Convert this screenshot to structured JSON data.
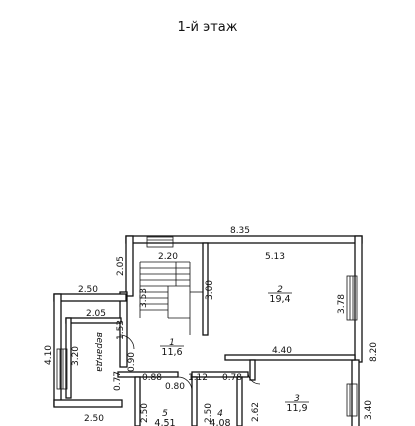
{
  "title": "1-й этаж",
  "dimensions": {
    "top_width": "8.35",
    "right_height": "8.20",
    "left_height": "4.10",
    "veranda_top": "2.50",
    "veranda_bottom": "2.50",
    "veranda_inner_top": "2.05",
    "veranda_inner_side": "3.20",
    "stair_width": "2.20",
    "stair_side": "2.05",
    "stair_height": "3.00",
    "stair_run": "3.53",
    "room1_side": "1.53",
    "room2_width": "5.13",
    "room2_height": "3.78",
    "room3_width": "4.40",
    "room3_height": "3.40",
    "hall_0_90": "0.90",
    "hall_0_77": "0.77",
    "hall_0_88": "0.88",
    "hall_0_80": "0.80",
    "hall_1_12": "1.12",
    "hall_0_78": "0.78",
    "room5_height": "2.50",
    "room4_height": "2.50",
    "room4_side": "2.62"
  },
  "rooms": [
    {
      "number": "1",
      "area": "11,6"
    },
    {
      "number": "2",
      "area": "19,4"
    },
    {
      "number": "3",
      "area": "11,9"
    },
    {
      "number": "4",
      "area": "4,08"
    },
    {
      "number": "5",
      "area": "4,51"
    }
  ],
  "veranda_label": "веранда"
}
